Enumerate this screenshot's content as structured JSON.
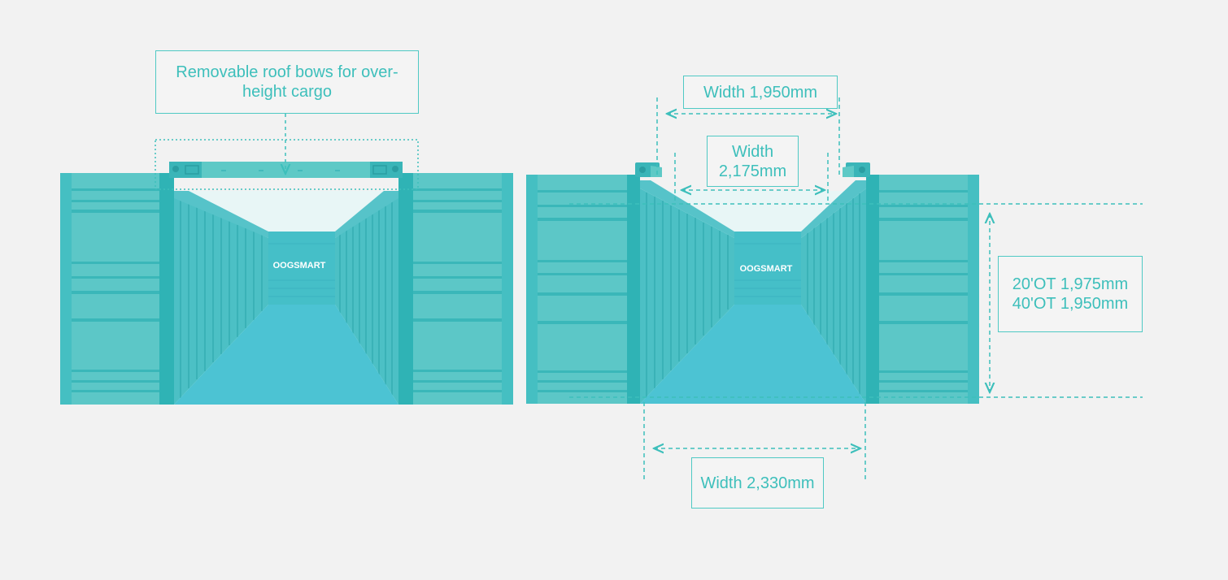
{
  "brand": "OOGSMART",
  "colors": {
    "container": "#5cc7c7",
    "container_dark": "#2fb3b5",
    "floor": "#4cc3d3",
    "annotation": "#3dbfbb",
    "background": "#f2f2f2"
  },
  "left_view": {
    "roof_bow_label": "Removable roof bows for over-height cargo"
  },
  "right_view": {
    "top_width_label": "Width 1,950mm",
    "inner_width_label_line1": "Width",
    "inner_width_label_line2": "2,175mm",
    "height_label_line1": "20'OT 1,975mm",
    "height_label_line2": "40'OT 1,950mm",
    "bottom_width_label": "Width 2,330mm"
  }
}
